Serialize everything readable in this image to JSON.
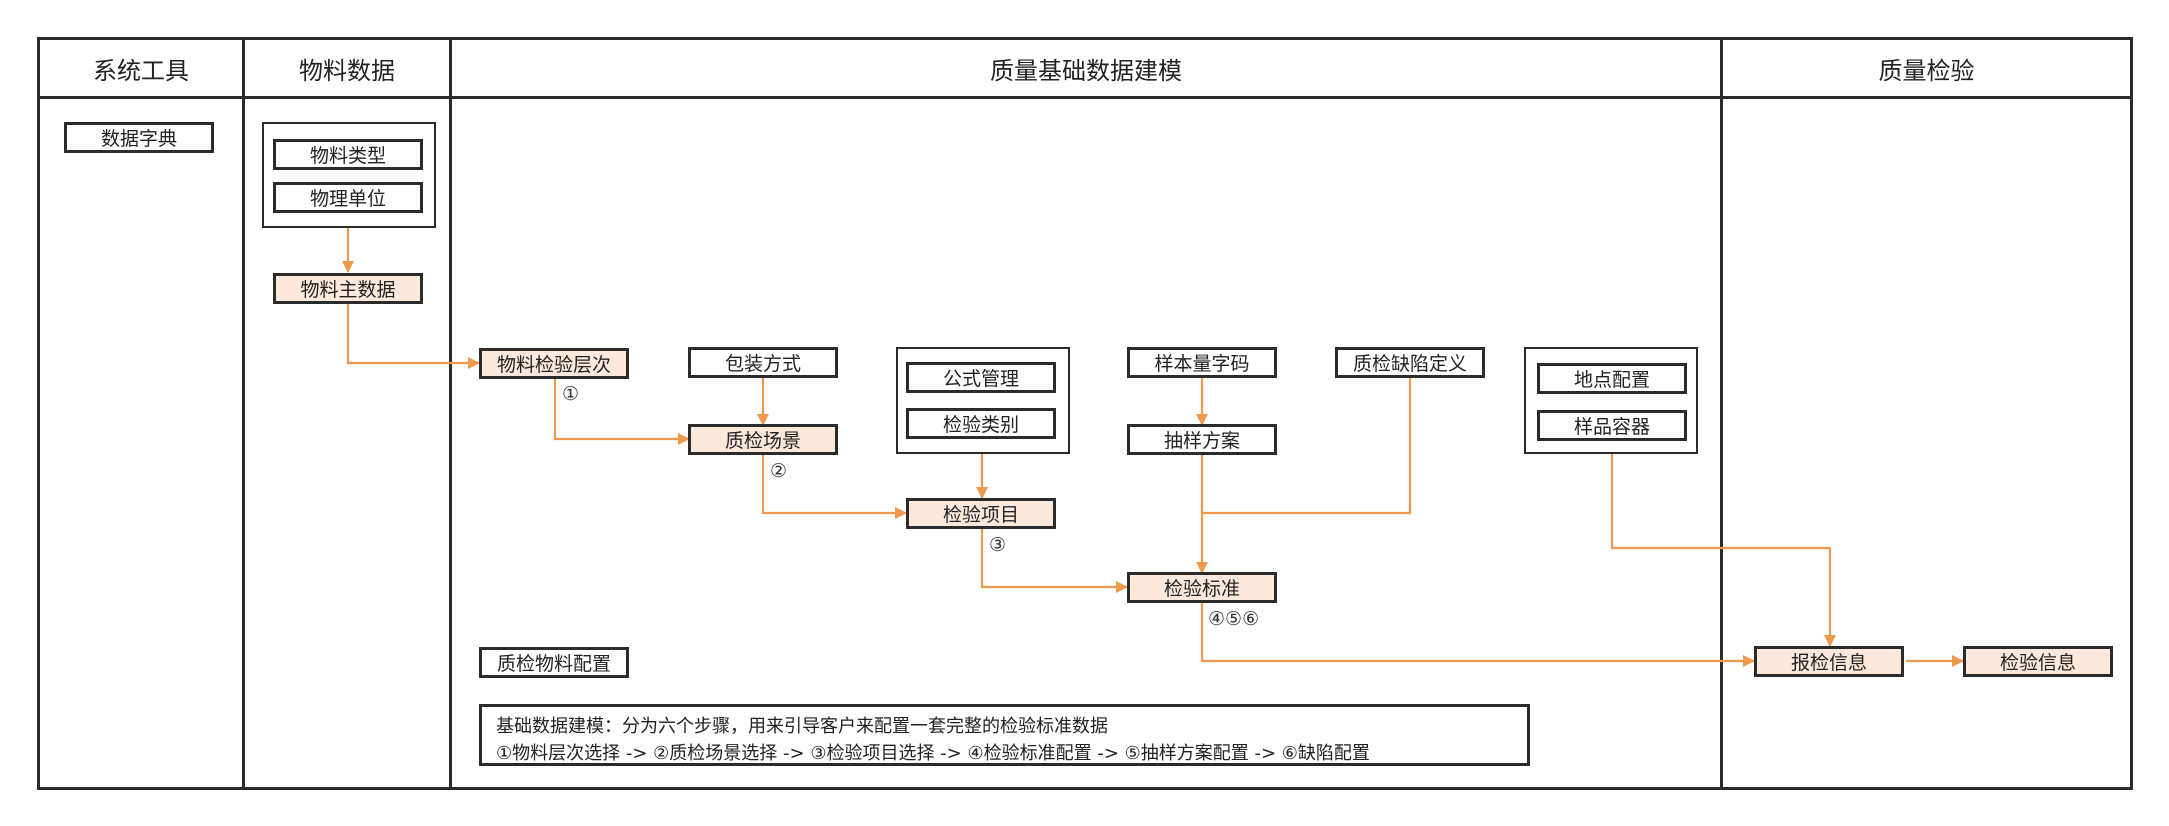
{
  "lanes": {
    "system_tools": "系统工具",
    "material_data": "物料数据",
    "quality_modeling": "质量基础数据建模",
    "quality_inspection": "质量检验"
  },
  "nodes": {
    "data_dictionary": "数据字典",
    "material_type": "物料类型",
    "physical_unit": "物理单位",
    "material_master": "物料主数据",
    "material_inspection_level": "物料检验层次",
    "packaging_method": "包装方式",
    "formula_management": "公式管理",
    "inspection_category": "检验类别",
    "sample_size_code": "样本量字码",
    "defect_definition": "质检缺陷定义",
    "location_config": "地点配置",
    "sample_container": "样品容器",
    "qc_scenario": "质检场景",
    "sampling_plan": "抽样方案",
    "inspection_item": "检验项目",
    "inspection_standard": "检验标准",
    "qc_material_config": "质检物料配置",
    "inspection_report": "报检信息",
    "inspection_info": "检验信息"
  },
  "steps": {
    "step1": "①",
    "step2": "②",
    "step3": "③",
    "step456": "④⑤⑥"
  },
  "note": {
    "line1": "基础数据建模：分为六个步骤，用来引导客户来配置一套完整的检验标准数据",
    "line2": "①物料层次选择 -> ②质检场景选择 -> ③检验项目选择 -> ④检验标准配置 -> ⑤抽样方案配置 -> ⑥缺陷配置"
  },
  "colors": {
    "border": "#2b2b2b",
    "highlight_fill": "#fde9dc",
    "arrow": "#ee9a4d"
  }
}
